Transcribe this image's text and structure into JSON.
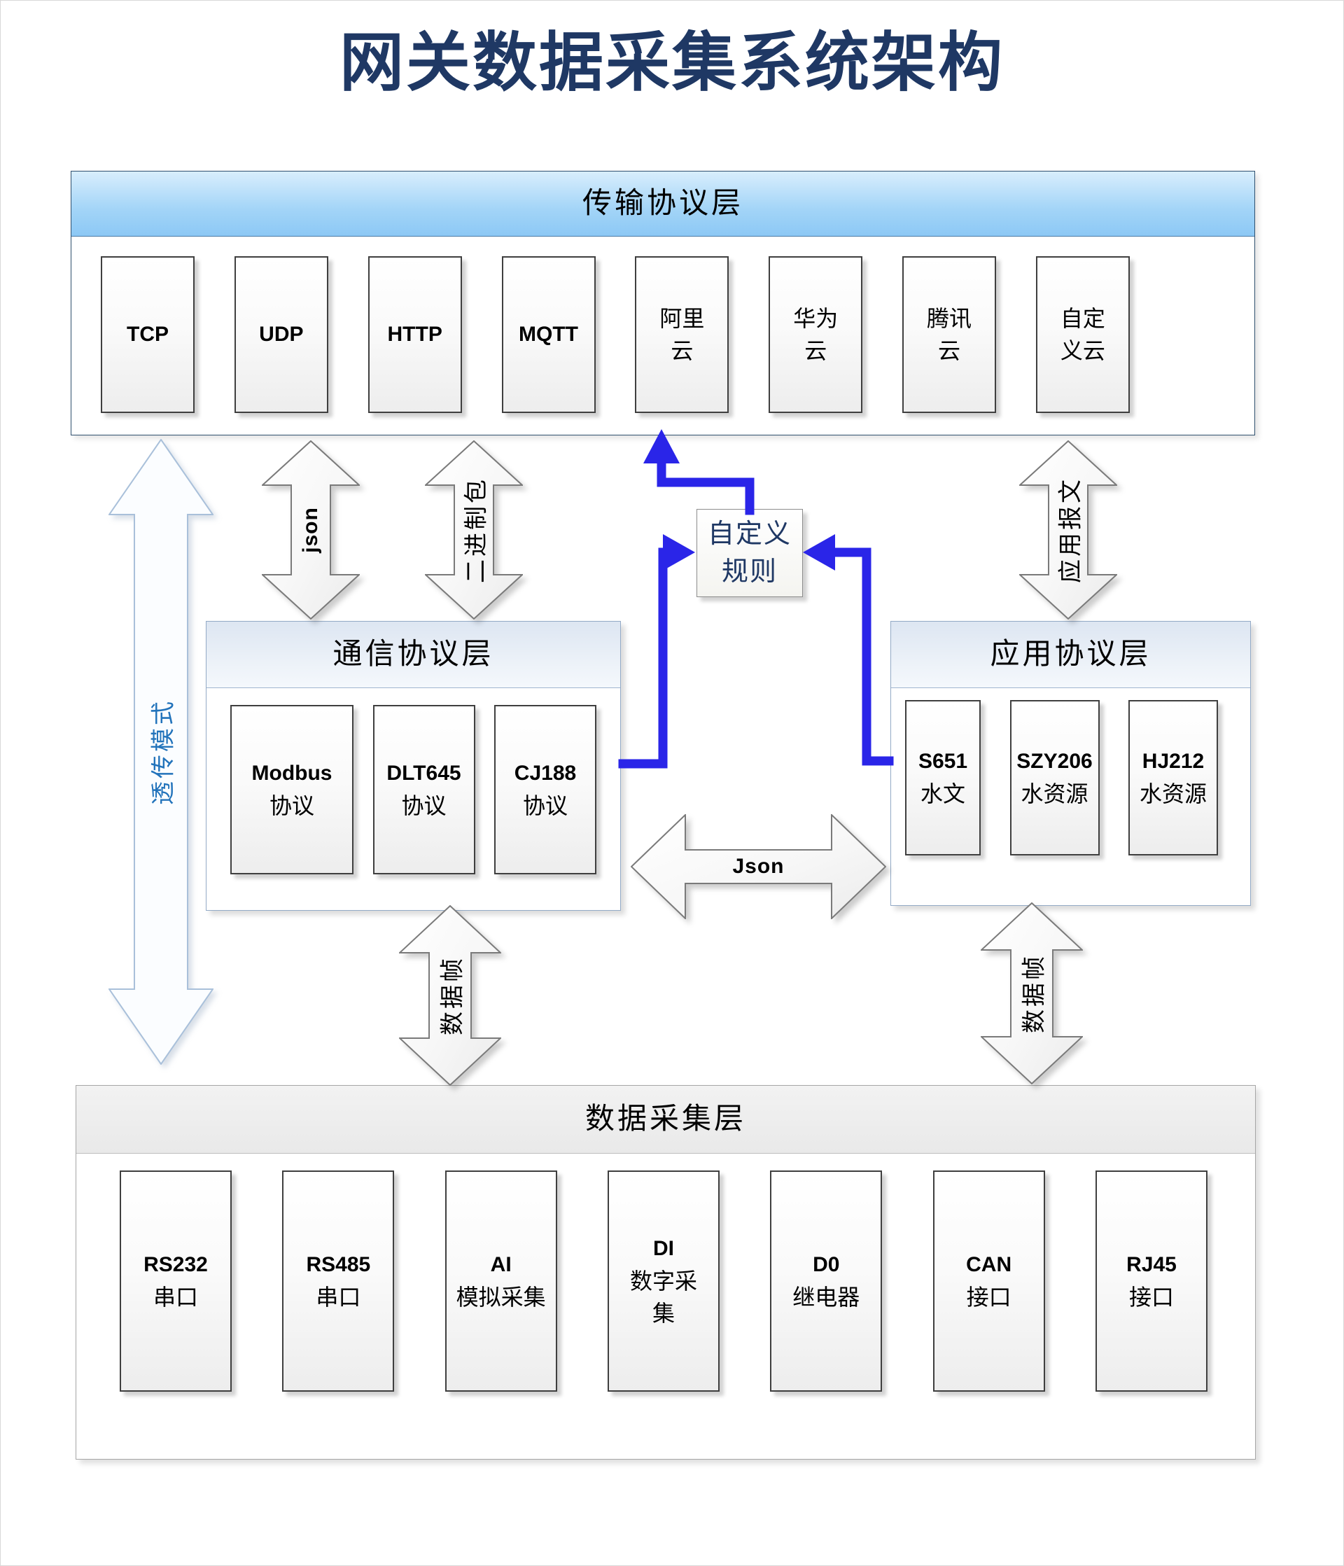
{
  "title": "网关数据采集系统架构",
  "colors": {
    "title_text": "#1F3864",
    "transport_header_top": "#d8eefd",
    "transport_header_bottom": "#8cc8f5",
    "middle_header_top": "#dde6f2",
    "middle_header_bottom": "#f4f8fc",
    "collect_header_gray": "#ececec",
    "connector_blue": "#2a25e8",
    "transparent_label_blue": "#2273bb",
    "rule_text_navy": "#1F3864"
  },
  "layers": {
    "transport": {
      "title": "传输协议层",
      "boxes": [
        {
          "lines": [
            "TCP"
          ]
        },
        {
          "lines": [
            "UDP"
          ]
        },
        {
          "lines": [
            "HTTP"
          ]
        },
        {
          "lines": [
            "MQTT"
          ]
        },
        {
          "lines": [
            "阿里",
            "云"
          ]
        },
        {
          "lines": [
            "华为",
            "云"
          ]
        },
        {
          "lines": [
            "腾讯",
            "云"
          ]
        },
        {
          "lines": [
            "自定",
            "义云"
          ]
        }
      ]
    },
    "comm": {
      "title": "通信协议层",
      "boxes": [
        {
          "lines": [
            "Modbus",
            "协议"
          ]
        },
        {
          "lines": [
            "DLT645",
            "协议"
          ]
        },
        {
          "lines": [
            "CJ188",
            "协议"
          ]
        }
      ]
    },
    "app": {
      "title": "应用协议层",
      "boxes": [
        {
          "lines": [
            "S651",
            "水文"
          ]
        },
        {
          "lines": [
            "SZY206",
            "水资源"
          ]
        },
        {
          "lines": [
            "HJ212",
            "水资源"
          ]
        }
      ]
    },
    "collect": {
      "title": "数据采集层",
      "boxes": [
        {
          "lines": [
            "RS232",
            "串口"
          ]
        },
        {
          "lines": [
            "RS485",
            "串口"
          ]
        },
        {
          "lines": [
            "AI",
            "模拟采集"
          ]
        },
        {
          "lines": [
            "DI",
            "数字采",
            "集"
          ]
        },
        {
          "lines": [
            "D0",
            "继电器"
          ]
        },
        {
          "lines": [
            "CAN",
            "接口"
          ]
        },
        {
          "lines": [
            "RJ45",
            "接口"
          ]
        }
      ]
    }
  },
  "custom_rule": {
    "lines": [
      "自定义",
      "规则"
    ]
  },
  "arrows": {
    "transparent_mode": {
      "label": "透传模式"
    },
    "json_upper": {
      "label": "json"
    },
    "binary_pack": {
      "label": "二进制包"
    },
    "app_message": {
      "label": "应用报文"
    },
    "json_middle": {
      "label": "Json"
    },
    "data_frame_left": {
      "label": "数据帧"
    },
    "data_frame_right": {
      "label": "数据帧"
    }
  }
}
